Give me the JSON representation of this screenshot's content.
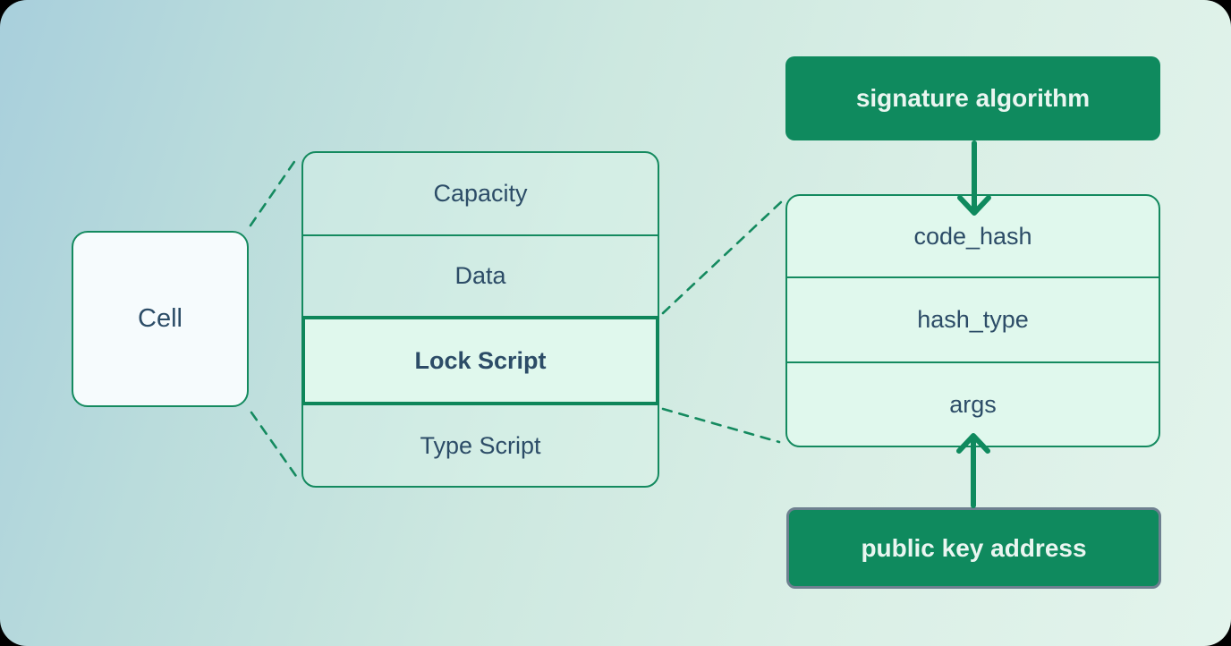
{
  "diagram": {
    "cell": {
      "label": "Cell"
    },
    "cell_fields": {
      "rows": [
        {
          "label": "Capacity",
          "emphasized": false
        },
        {
          "label": "Data",
          "emphasized": false
        },
        {
          "label": "Lock Script",
          "emphasized": true
        },
        {
          "label": "Type Script",
          "emphasized": false
        }
      ]
    },
    "lock_script_fields": {
      "rows": [
        {
          "label": "code_hash"
        },
        {
          "label": "hash_type"
        },
        {
          "label": "args"
        }
      ]
    },
    "annotations": {
      "signature_algorithm": "signature algorithm",
      "public_key_address": "public key address"
    },
    "colors": {
      "accent_green": "#148a5f",
      "solid_box_green": "#0f8a5e",
      "mint_fill": "#e0f8ed",
      "cell_fill": "#f6fbfd",
      "text_dark": "#2c4c67",
      "gray_border": "#6e8090",
      "background_start": "#a8cfdc",
      "background_end": "#e3f4ec"
    }
  }
}
